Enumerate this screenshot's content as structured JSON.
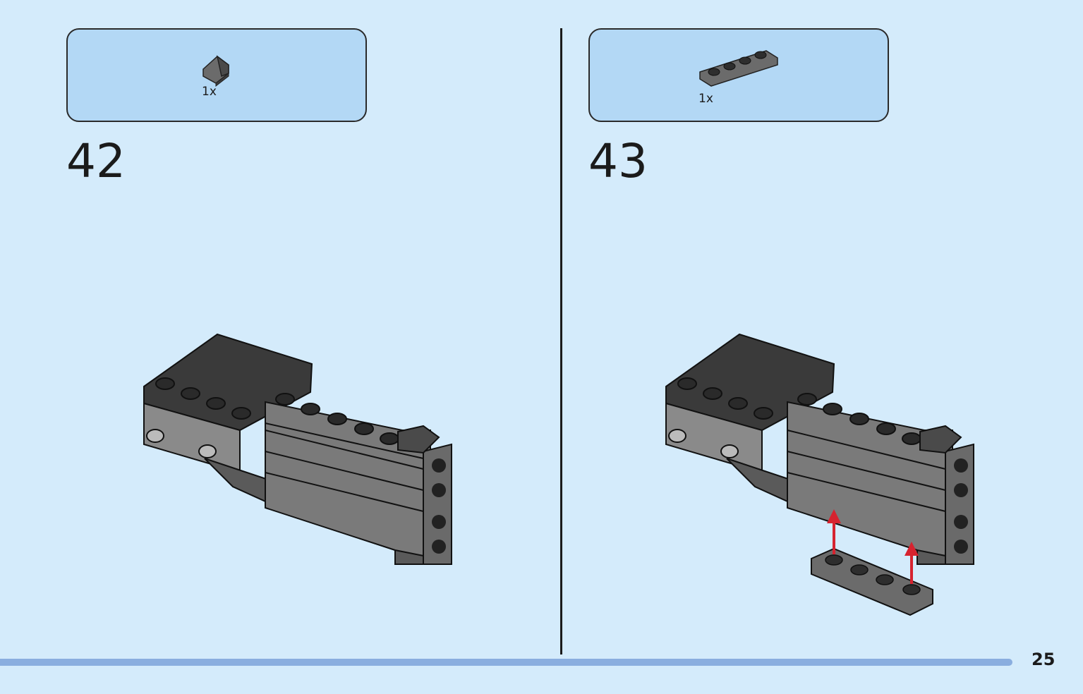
{
  "steps": [
    {
      "number": "42",
      "parts": [
        {
          "quantity": "1x",
          "piece": "slope-brick-dark-gray"
        }
      ]
    },
    {
      "number": "43",
      "parts": [
        {
          "quantity": "1x",
          "piece": "plate-1x4-dark-gray"
        }
      ]
    }
  ],
  "page_number": "25",
  "colors": {
    "background": "#d4ebfb",
    "parts_box": "#b3d8f5",
    "progress_bar": "#8aaedf",
    "arrow": "#d6232f",
    "brick_dark": "#3a3a3a",
    "brick_gray": "#6b6b6b",
    "brick_light": "#9a9a9a"
  },
  "icons": [
    "slope-brick-icon",
    "plate-1x4-icon",
    "assembly-model-icon",
    "attach-arrow-icon"
  ]
}
